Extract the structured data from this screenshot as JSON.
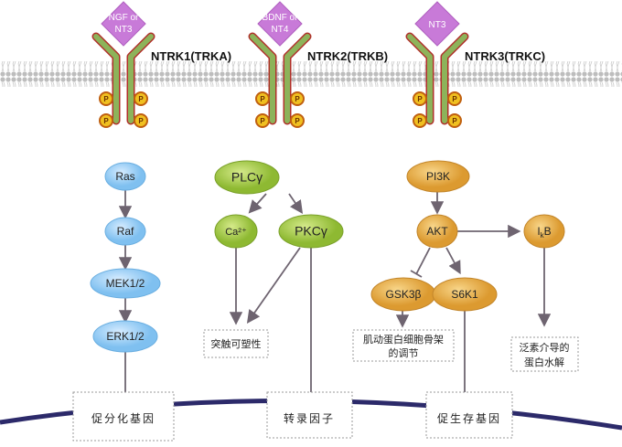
{
  "receptors": [
    {
      "name": "NTRK1(TRKA)",
      "ligand_line1": "NGF or",
      "ligand_line2": "NT3"
    },
    {
      "name": "NTRK2(TRKB)",
      "ligand_line1": "BDNF or",
      "ligand_line2": "NT4"
    },
    {
      "name": "NTRK3(TRKC)",
      "ligand_line1": "NT3",
      "ligand_line2": ""
    }
  ],
  "phospho_label": "P",
  "pathways": {
    "ras": {
      "nodes": [
        "Ras",
        "Raf",
        "MEK1/2",
        "ERK1/2"
      ],
      "outcome": "促分化基因",
      "color": "#7fc0f0"
    },
    "plc": {
      "nodes": [
        "PLCγ",
        "Ca²⁺",
        "PKCγ"
      ],
      "outcomes": [
        "突触可塑性",
        "转录因子"
      ],
      "color": "#9bc23a"
    },
    "pi3k": {
      "nodes": [
        "PI3K",
        "AKT",
        "GSK3β",
        "S6K1"
      ],
      "ikb_main": "I",
      "ikb_sub": "k",
      "ikb_tail": "B",
      "outcomes": [
        "肌动蛋白细胞骨架",
        "的调节",
        "泛素介导的",
        "蛋白水解",
        "促生存基因"
      ],
      "color": "#e6a83c"
    }
  },
  "colors": {
    "membrane": "#b8b8b8",
    "receptor": "#8db35a",
    "receptor_outline": "#b0302a",
    "ligand": "#c87ad8",
    "nuclear_membrane": "#2c2a6a"
  }
}
